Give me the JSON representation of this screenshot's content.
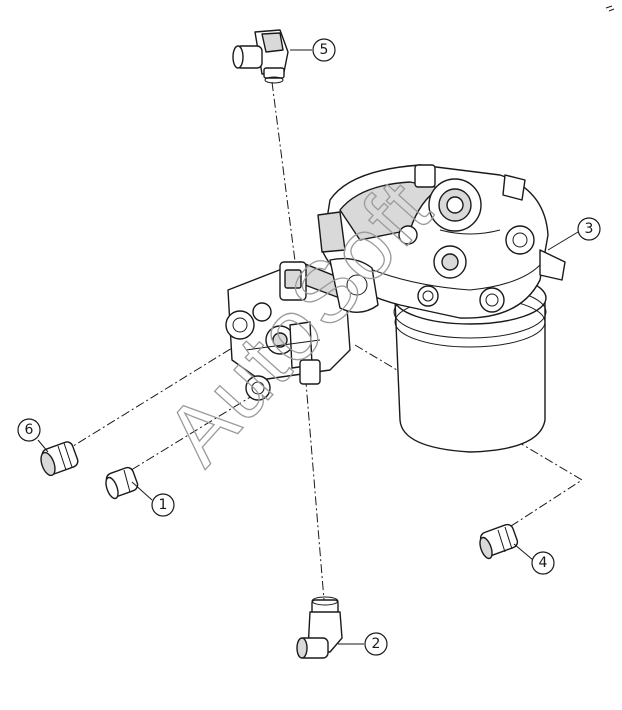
{
  "callouts": {
    "c1": "1",
    "c2": "2",
    "c3": "3",
    "c4": "4",
    "c5": "5",
    "c6": "6"
  },
  "watermark": "AutoSoft",
  "colors": {
    "line": "#1a1a1a",
    "fill": "#ffffff",
    "shade": "#d9d9d9",
    "watermark": "#9a9a9a"
  }
}
